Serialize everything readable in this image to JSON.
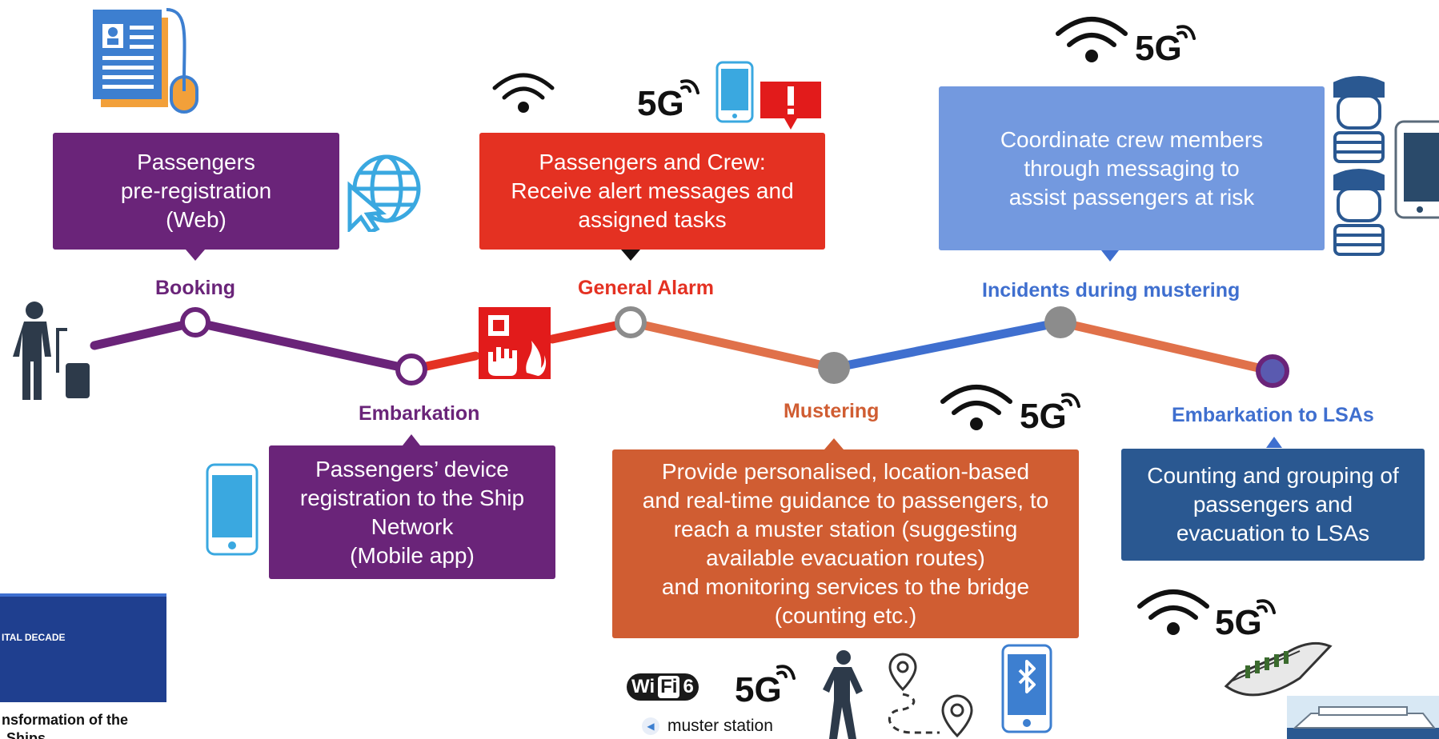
{
  "colors": {
    "purple": "#6a2479",
    "red": "#e43122",
    "light_blue": "#7399df",
    "orange": "#d05d32",
    "dark_blue": "#2a5891",
    "line_orange": "#e0714a",
    "line_blue": "#3f6fcf"
  },
  "stages": {
    "booking": "Booking",
    "embarkation": "Embarkation",
    "general_alarm": "General Alarm",
    "mustering": "Mustering",
    "incidents": "Incidents during mustering",
    "lsa": "Embarkation to LSAs"
  },
  "boxes": {
    "preregistration": [
      "Passengers",
      "pre-registration",
      "(Web)"
    ],
    "device_registration": [
      "Passengers’ device",
      "registration to the Ship",
      "Network",
      "(Mobile app)"
    ],
    "alert": [
      "Passengers and Crew:",
      "Receive alert messages and",
      "assigned tasks"
    ],
    "guidance": [
      "Provide personalised, location-based",
      "and real-time guidance to passengers, to",
      "reach a muster station (suggesting",
      "available evacuation routes)",
      "and monitoring services to the bridge",
      "(counting etc.)"
    ],
    "coordinate": [
      "Coordinate crew members",
      "through messaging to",
      "assist passengers at risk"
    ],
    "counting": [
      "Counting and grouping of",
      "passengers and",
      "evacuation to LSAs"
    ]
  },
  "labels": {
    "fiveg": "5G",
    "wifi6_wi": "Wi",
    "wifi6_fi": "Fi",
    "wifi6_six": "6",
    "muster_station": "muster station",
    "banner_text": "ITAL DECADE",
    "caption_line1": "nsformation of the",
    "caption_line2": "Ships"
  },
  "icons": {
    "document": "document-mouse-icon",
    "globe": "globe-cursor-icon",
    "traveler": "traveler-with-luggage-icon",
    "fire_alarm": "fire-alarm-icon",
    "phone": "smartphone-icon",
    "alert": "alert-message-icon",
    "crew": "crew-member-icon",
    "tablet": "tablet-icon",
    "walker": "walking-person-icon",
    "route": "route-pins-icon",
    "bluetooth": "bluetooth-phone-icon",
    "lifeboat": "lifeboat-icon",
    "ship": "cruise-ship-icon"
  }
}
